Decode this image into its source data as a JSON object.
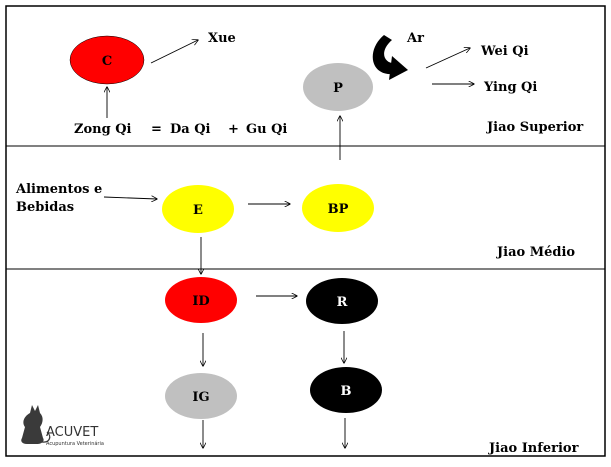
{
  "zones": {
    "upper": "Jiao Superior",
    "middle": "Jiao Médio",
    "lower": "Jiao Inferior"
  },
  "nodes": {
    "C": {
      "label": "C",
      "color": "#ff0000",
      "text_color": "#000000"
    },
    "P": {
      "label": "P",
      "color": "#c0c0c0",
      "text_color": "#000000"
    },
    "E": {
      "label": "E",
      "color": "#ffff00",
      "text_color": "#000000"
    },
    "BP": {
      "label": "BP",
      "color": "#ffff00",
      "text_color": "#000000"
    },
    "ID": {
      "label": "ID",
      "color": "#ff0000",
      "text_color": "#000000"
    },
    "R": {
      "label": "R",
      "color": "#000000",
      "text_color": "#ffffff"
    },
    "IG": {
      "label": "IG",
      "color": "#c0c0c0",
      "text_color": "#000000"
    },
    "B": {
      "label": "B",
      "color": "#000000",
      "text_color": "#ffffff"
    }
  },
  "labels": {
    "xue": "Xue",
    "ar": "Ar",
    "wei_qi": "Wei Qi",
    "ying_qi": "Ying Qi",
    "zong_qi": "Zong Qi",
    "equals": "=",
    "da_qi": "Da Qi",
    "plus": "+",
    "gu_qi": "Gu Qi",
    "alimentos_line1": "Alimentos e",
    "alimentos_line2": "Bebidas"
  },
  "logo": {
    "name": "ACUVET",
    "subtitle": "Acupuntura Veterinária"
  }
}
